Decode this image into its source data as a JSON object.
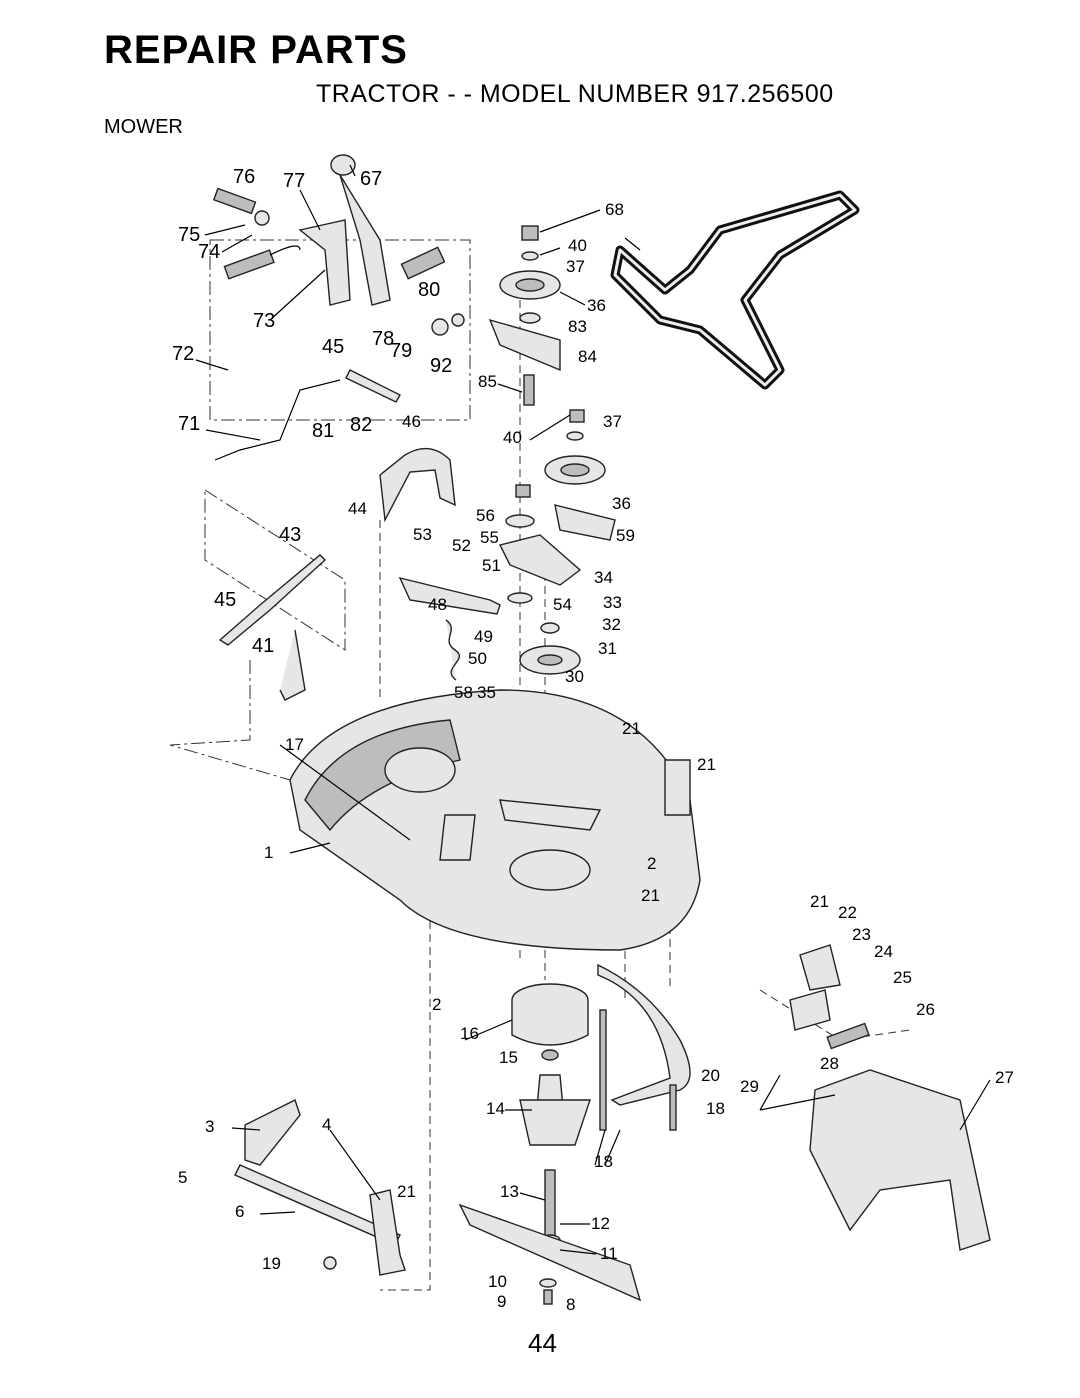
{
  "header": {
    "title": "REPAIR PARTS",
    "subtitle": "TRACTOR - - MODEL NUMBER 917.256500",
    "section": "MOWER"
  },
  "page_number": "44",
  "callouts": [
    "76",
    "77",
    "67",
    "75",
    "74",
    "73",
    "72",
    "71",
    "45",
    "78",
    "79",
    "92",
    "80",
    "81",
    "82",
    "46",
    "44",
    "43",
    "45",
    "41",
    "53",
    "52",
    "55",
    "51",
    "48",
    "49",
    "50",
    "58",
    "35",
    "30",
    "31",
    "32",
    "33",
    "34",
    "54",
    "56",
    "59",
    "36",
    "37",
    "40",
    "68",
    "40",
    "37",
    "36",
    "83",
    "84",
    "85",
    "17",
    "1",
    "21",
    "21",
    "2",
    "21",
    "21",
    "22",
    "23",
    "24",
    "25",
    "26",
    "28",
    "27",
    "29",
    "2",
    "16",
    "15",
    "20",
    "14",
    "18",
    "18",
    "3",
    "4",
    "5",
    "6",
    "19",
    "21",
    "13",
    "12",
    "11",
    "10",
    "9",
    "8"
  ]
}
